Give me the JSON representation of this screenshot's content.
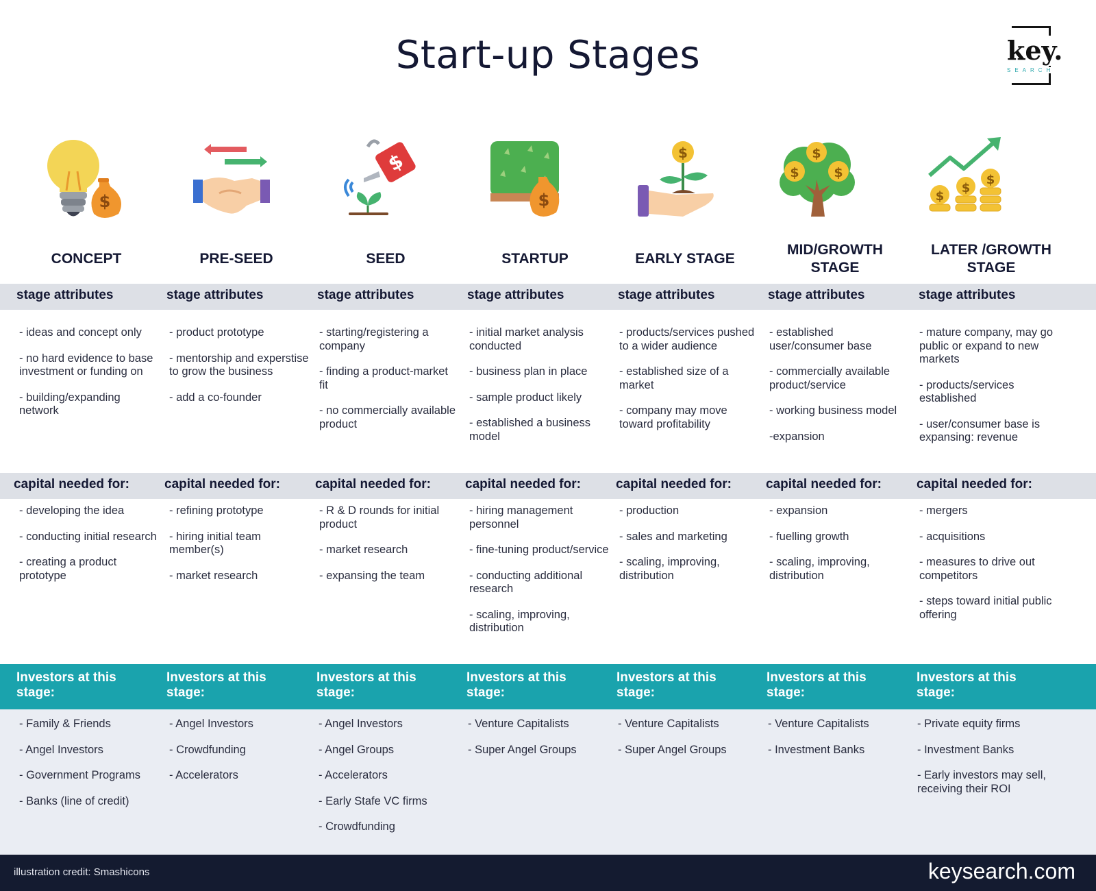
{
  "title": "Start-up Stages",
  "logo": {
    "text": "key.",
    "subtext": "SEARCH"
  },
  "colors": {
    "teal": "#1aa3ad",
    "navy": "#141b30",
    "grey_band": "#dde0e6",
    "light_band": "#eaedf3"
  },
  "band_labels": {
    "attributes": "stage attributes",
    "capital": "capital needed for:",
    "investors": "Investors at this stage:"
  },
  "stages": [
    {
      "name": "CONCEPT",
      "icon": "lightbulb-moneybag-icon",
      "attributes": [
        "- ideas and concept only",
        "- no hard evidence to base investment or funding on",
        "- building/expanding network"
      ],
      "capital": [
        "- developing the idea",
        "- conducting initial research",
        "- creating a product prototype"
      ],
      "investors": [
        "- Family & Friends",
        "- Angel Investors",
        "- Government Programs",
        "- Banks (line of credit)"
      ]
    },
    {
      "name": "PRE-SEED",
      "icon": "handshake-icon",
      "attributes": [
        "- product prototype",
        "- mentorship and experstise to grow the business",
        "- add a co-founder"
      ],
      "capital": [
        "- refining prototype",
        "- hiring initial team member(s)",
        "- market research"
      ],
      "investors": [
        "- Angel Investors",
        "- Crowdfunding",
        "- Accelerators"
      ]
    },
    {
      "name": "SEED",
      "icon": "watering-can-sprout-icon",
      "attributes": [
        "- starting/registering a company",
        "- finding a product-market fit",
        "- no commercially available product"
      ],
      "capital": [
        "- R & D rounds for initial product",
        "- market research",
        "- expansing the team"
      ],
      "investors": [
        "- Angel Investors",
        "- Angel Groups",
        "- Accelerators",
        "- Early Stafe VC firms",
        "- Crowdfunding"
      ]
    },
    {
      "name": "STARTUP",
      "icon": "money-hedge-icon",
      "attributes": [
        "- initial market analysis conducted",
        "- business plan in place",
        "- sample product likely",
        "- established a business model"
      ],
      "capital": [
        "- hiring management personnel",
        "- fine-tuning product/service",
        "- conducting additional research",
        "- scaling, improving, distribution"
      ],
      "investors": [
        "- Venture Capitalists",
        "- Super Angel Groups"
      ]
    },
    {
      "name": "EARLY STAGE",
      "icon": "hand-money-plant-icon",
      "attributes": [
        "- products/services pushed to a wider audience",
        "- established size of a market",
        "- company may move toward profitability"
      ],
      "capital": [
        "- production",
        "- sales and marketing",
        "- scaling, improving, distribution"
      ],
      "investors": [
        "- Venture Capitalists",
        "- Super Angel Groups"
      ]
    },
    {
      "name": "MID/GROWTH STAGE",
      "icon": "money-tree-icon",
      "attributes": [
        "- established user/consumer base",
        "- commercially available product/service",
        "- working business model",
        "-expansion"
      ],
      "capital": [
        "- expansion",
        "- fuelling growth",
        "- scaling, improving, distribution"
      ],
      "investors": [
        "- Venture Capitalists",
        "- Investment Banks"
      ]
    },
    {
      "name": "LATER /GROWTH STAGE",
      "icon": "coins-growth-arrow-icon",
      "attributes": [
        "- mature company, may go public or expand to new markets",
        "- products/services established",
        "- user/consumer base is expansing: revenue"
      ],
      "capital": [
        "- mergers",
        "- acquisitions",
        "- measures to drive out competitors",
        "- steps toward initial public offering"
      ],
      "investors": [
        "- Private equity firms",
        "- Investment Banks",
        "- Early investors may sell, receiving their ROI"
      ]
    }
  ],
  "footer": {
    "credit": "illustration credit: Smashicons",
    "site": "keysearch.com"
  }
}
